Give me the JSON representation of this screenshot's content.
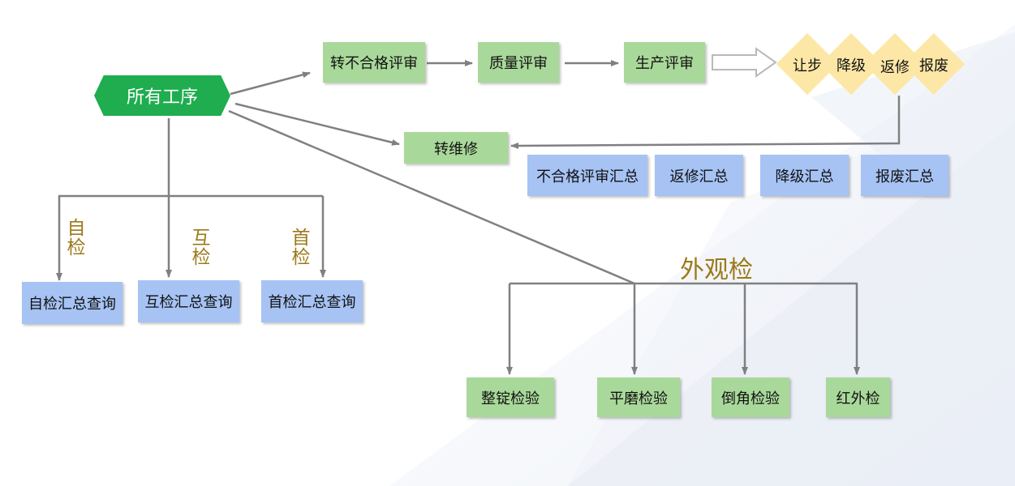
{
  "root": {
    "label": "所有工序"
  },
  "review_flow": [
    {
      "id": "nonconforming",
      "label": "转不合格评审"
    },
    {
      "id": "quality",
      "label": "质量评审"
    },
    {
      "id": "production",
      "label": "生产评审"
    }
  ],
  "dispositions": [
    "让步",
    "降级",
    "返修",
    "报废"
  ],
  "repair": {
    "label": "转维修"
  },
  "summaries": [
    {
      "id": "nonconforming-summary",
      "label": "不合格评审汇总"
    },
    {
      "id": "rework-summary",
      "label": "返修汇总"
    },
    {
      "id": "downgrade-summary",
      "label": "降级汇总"
    },
    {
      "id": "scrap-summary",
      "label": "报废汇总"
    }
  ],
  "inspections": [
    {
      "id": "self",
      "label": "自检",
      "query": "自检汇总查询"
    },
    {
      "id": "mutual",
      "label": "互检",
      "query": "互检汇总查询"
    },
    {
      "id": "first",
      "label": "首检",
      "query": "首检汇总查询"
    }
  ],
  "visual": {
    "title": "外观检",
    "items": [
      {
        "id": "trim",
        "label": "整锭检验"
      },
      {
        "id": "grind",
        "label": "平磨检验"
      },
      {
        "id": "chamfer",
        "label": "倒角检验"
      },
      {
        "id": "infrared",
        "label": "红外检"
      }
    ]
  },
  "colors": {
    "root": "#1fad4f",
    "process_box": "#a9d99a",
    "summary_box": "#a6c3f4",
    "disposition": "#fde7a6",
    "accent_text": "#9b7a1a",
    "connector": "#808080"
  }
}
